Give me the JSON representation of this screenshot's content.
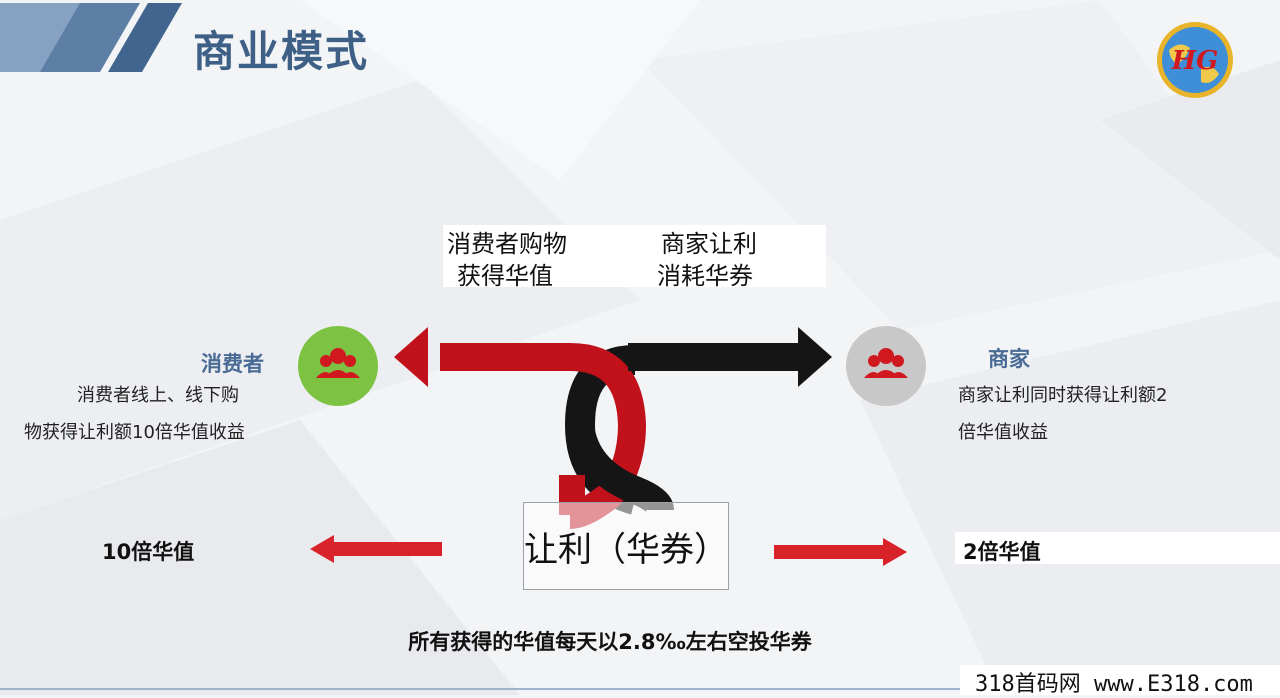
{
  "header": {
    "title": "商业模式",
    "logo_text": "HG"
  },
  "flow": {
    "consumer_action_line1": "消费者购物",
    "consumer_action_line2": "获得华值",
    "merchant_action_line1": "商家让利",
    "merchant_action_line2": "消耗华券"
  },
  "consumer": {
    "title": "消费者",
    "desc_line1": "消费者线上、线下购",
    "desc_line2": "物获得让利额10倍华值收益",
    "multiplier": "10倍华值",
    "icon": "people-icon",
    "circle_color": "#7dc242"
  },
  "merchant": {
    "title": "商家",
    "desc_line1": "商家让利同时获得让利额2",
    "desc_line2": "倍华值收益",
    "multiplier": "2倍华值",
    "icon": "people-icon",
    "circle_color": "#c8c8c8"
  },
  "center": {
    "label": "让利（华券）"
  },
  "footer": {
    "note": "所有获得的华值每天以2.8‰左右空投华券",
    "watermark": "318首码网  www.E318.com"
  },
  "colors": {
    "red": "#c1121c",
    "black": "#151515",
    "title_blue": "#3e5f86",
    "accent_blue": "#2f5c8f"
  }
}
